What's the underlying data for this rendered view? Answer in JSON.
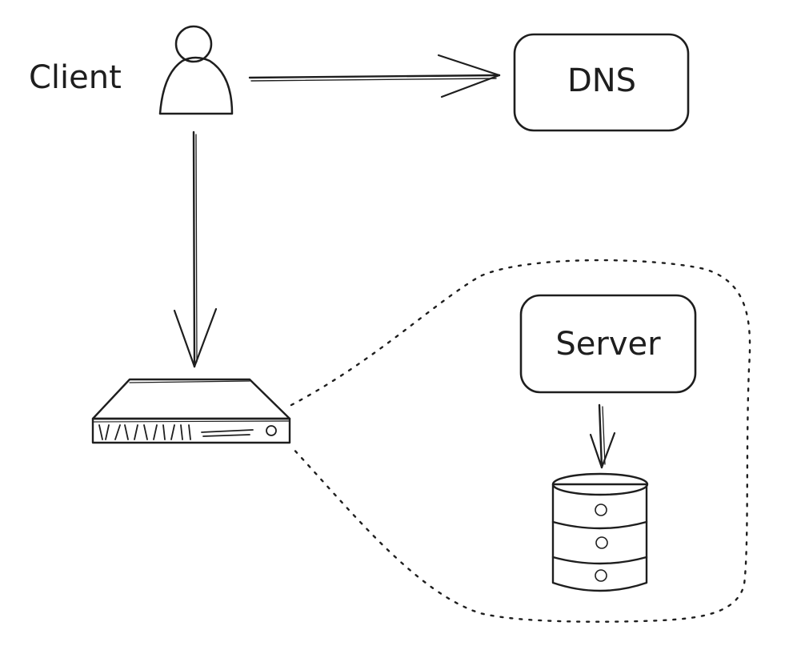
{
  "diagram": {
    "nodes": {
      "client": {
        "label": "Client",
        "icon": "person-icon"
      },
      "dns": {
        "label": "DNS"
      },
      "load_balancer": {
        "icon": "server-rack-icon"
      },
      "server": {
        "label": "Server"
      },
      "database": {
        "icon": "database-icon"
      }
    },
    "edges": [
      {
        "from": "client",
        "to": "dns"
      },
      {
        "from": "client",
        "to": "load_balancer"
      },
      {
        "from": "server",
        "to": "database"
      }
    ],
    "group": {
      "style": "dotted",
      "contains": [
        "server",
        "database"
      ]
    },
    "colors": {
      "stroke": "#1e1e1e",
      "person_fill": "#7b7d82",
      "database_fill": "#a9acae",
      "background": "#ffffff"
    }
  }
}
